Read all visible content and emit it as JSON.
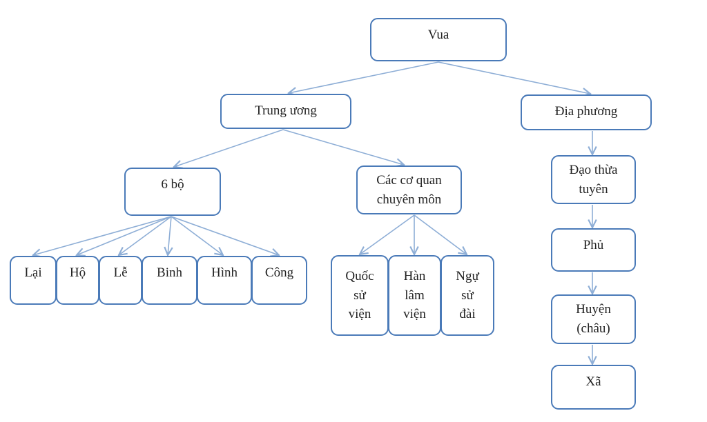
{
  "diagram": {
    "colors": {
      "box_border": "#4a7ab8",
      "arrow": "#8eaed6",
      "text": "#222222"
    },
    "nodes": {
      "vua": "Vua",
      "trung_uong": "Trung ương",
      "dia_phuong": "Địa phương",
      "sau_bo": "6 bộ",
      "co_quan_1": "Các cơ quan",
      "co_quan_2": "chuyên môn",
      "lai": "Lại",
      "ho": "Hộ",
      "le": "Lễ",
      "binh": "Binh",
      "hinh": "Hình",
      "cong": "Công",
      "quoc_1": "Quốc",
      "quoc_2": "sử",
      "quoc_3": "viện",
      "han_1": "Hàn",
      "han_2": "lâm",
      "han_3": "viện",
      "ngu_1": "Ngự",
      "ngu_2": "sử",
      "ngu_3": "đài",
      "dao_1": "Đạo thừa",
      "dao_2": "tuyên",
      "phu": "Phủ",
      "huyen_1": "Huyện",
      "huyen_2": "(châu)",
      "xa": "Xã"
    }
  }
}
